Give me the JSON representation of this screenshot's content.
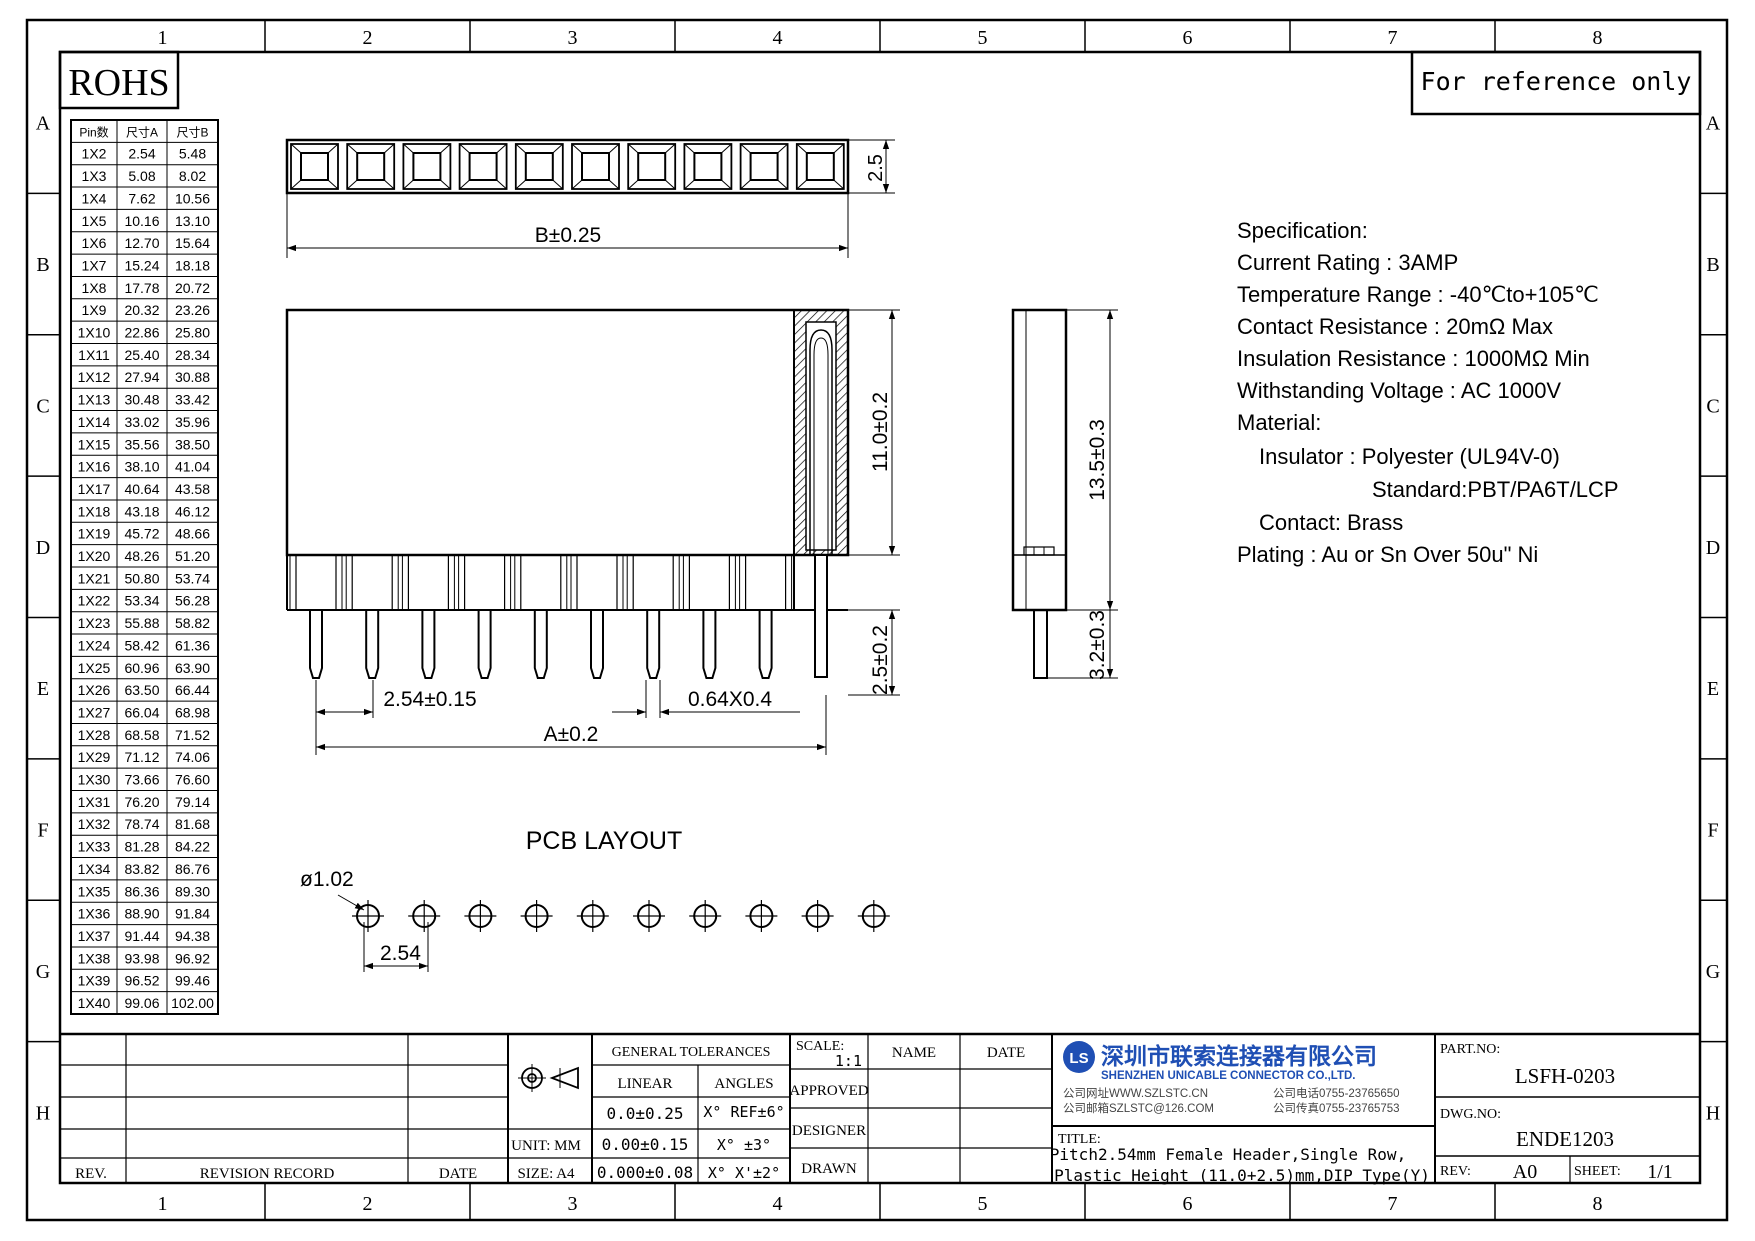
{
  "frame": {
    "columns": [
      "1",
      "2",
      "3",
      "4",
      "5",
      "6",
      "7",
      "8"
    ],
    "rows": [
      "A",
      "B",
      "C",
      "D",
      "E",
      "F",
      "G",
      "H"
    ]
  },
  "rohs_label": "ROHS",
  "reference_note": "For reference only",
  "dimension_table": {
    "headers": [
      "Pin数",
      "尺寸A",
      "尺寸B"
    ],
    "rows": [
      [
        "1X2",
        "2.54",
        "5.48"
      ],
      [
        "1X3",
        "5.08",
        "8.02"
      ],
      [
        "1X4",
        "7.62",
        "10.56"
      ],
      [
        "1X5",
        "10.16",
        "13.10"
      ],
      [
        "1X6",
        "12.70",
        "15.64"
      ],
      [
        "1X7",
        "15.24",
        "18.18"
      ],
      [
        "1X8",
        "17.78",
        "20.72"
      ],
      [
        "1X9",
        "20.32",
        "23.26"
      ],
      [
        "1X10",
        "22.86",
        "25.80"
      ],
      [
        "1X11",
        "25.40",
        "28.34"
      ],
      [
        "1X12",
        "27.94",
        "30.88"
      ],
      [
        "1X13",
        "30.48",
        "33.42"
      ],
      [
        "1X14",
        "33.02",
        "35.96"
      ],
      [
        "1X15",
        "35.56",
        "38.50"
      ],
      [
        "1X16",
        "38.10",
        "41.04"
      ],
      [
        "1X17",
        "40.64",
        "43.58"
      ],
      [
        "1X18",
        "43.18",
        "46.12"
      ],
      [
        "1X19",
        "45.72",
        "48.66"
      ],
      [
        "1X20",
        "48.26",
        "51.20"
      ],
      [
        "1X21",
        "50.80",
        "53.74"
      ],
      [
        "1X22",
        "53.34",
        "56.28"
      ],
      [
        "1X23",
        "55.88",
        "58.82"
      ],
      [
        "1X24",
        "58.42",
        "61.36"
      ],
      [
        "1X25",
        "60.96",
        "63.90"
      ],
      [
        "1X26",
        "63.50",
        "66.44"
      ],
      [
        "1X27",
        "66.04",
        "68.98"
      ],
      [
        "1X28",
        "68.58",
        "71.52"
      ],
      [
        "1X29",
        "71.12",
        "74.06"
      ],
      [
        "1X30",
        "73.66",
        "76.60"
      ],
      [
        "1X31",
        "76.20",
        "79.14"
      ],
      [
        "1X32",
        "78.74",
        "81.68"
      ],
      [
        "1X33",
        "81.28",
        "84.22"
      ],
      [
        "1X34",
        "83.82",
        "86.76"
      ],
      [
        "1X35",
        "86.36",
        "89.30"
      ],
      [
        "1X36",
        "88.90",
        "91.84"
      ],
      [
        "1X37",
        "91.44",
        "94.38"
      ],
      [
        "1X38",
        "93.98",
        "96.92"
      ],
      [
        "1X39",
        "96.52",
        "99.46"
      ],
      [
        "1X40",
        "99.06",
        "102.00"
      ]
    ]
  },
  "dimensions": {
    "top_height": "2.5",
    "length_b": "B±0.25",
    "body_height": "11.0±0.2",
    "total_height": "13.5±0.3",
    "pin_length": "2.5±0.2",
    "pin_length_side": "3.2±0.3",
    "pitch": "2.54±0.15",
    "pin_section": "0.64X0.4",
    "length_a": "A±0.2",
    "hole_dia": "ø1.02",
    "hole_pitch": "2.54"
  },
  "pcb_layout_label": "PCB LAYOUT",
  "pin_count_drawn": 10,
  "specification": {
    "lines": [
      "Specification:",
      "Current Rating : 3AMP",
      "Temperature Range : -40℃to+105℃",
      "Contact Resistance : 20mΩ Max",
      "Insulation Resistance : 1000MΩ Min",
      "Withstanding Voltage : AC 1000V",
      "Material:",
      "Insulator : Polyester (UL94V-0)",
      "Standard:PBT/PA6T/LCP",
      "Contact: Brass",
      "Plating : Au or Sn Over 50u\" Ni"
    ]
  },
  "title_block": {
    "rev_label": "REV.",
    "revision_record_label": "REVISION RECORD",
    "date_label": "DATE",
    "unit_label": "UNIT: MM",
    "size_label": "SIZE: A4",
    "general_tolerances": "GENERAL TOLERANCES",
    "linear_label": "LINEAR",
    "angles_label": "ANGLES",
    "tol_linear": [
      "0.0±0.25",
      "0.00±0.15",
      "0.000±0.08"
    ],
    "tol_angles": [
      "X° REF±6°",
      "X° ±3°",
      "X° X'±2°"
    ],
    "scale_label": "SCALE:",
    "scale_value": "1:1",
    "approved_label": "APPROVED",
    "designer_label": "DESIGNER",
    "drawn_label": "DRAWN",
    "name_label": "NAME",
    "date2_label": "DATE",
    "company_cn": "深圳市联索连接器有限公司",
    "company_en": "SHENZHEN UNICABLE CONNECTOR CO.,LTD.",
    "website": "公司网址WWW.SZLSTC.CN",
    "email": "公司邮箱SZLSTC@126.COM",
    "phone": "公司电话0755-23765650",
    "fax": "公司传真0755-23765753",
    "title_label": "TITLE:",
    "title_line1": "Pitch2.54mm Female Header,Single Row,",
    "title_line2": "Plastic Height (11.0+2.5)mm,DIP Type(Y)",
    "part_no_label": "PART.NO:",
    "part_no": "LSFH-0203",
    "dwg_no_label": "DWG.NO:",
    "dwg_no": "ENDE1203",
    "rev2_label": "REV:",
    "rev_value": "A0",
    "sheet_label": "SHEET:",
    "sheet_value": "1/1"
  }
}
